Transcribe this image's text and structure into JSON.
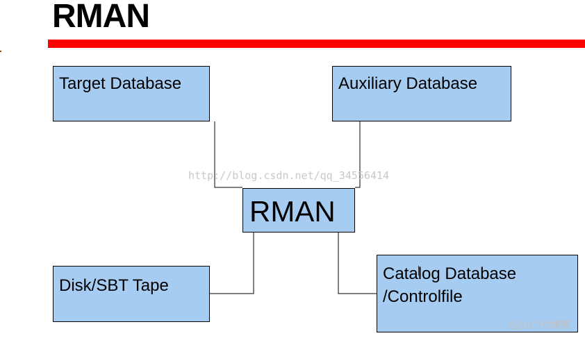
{
  "slide": {
    "title": "RMAN"
  },
  "diagram": {
    "nodes": {
      "target": "Target Database",
      "auxiliary": "Auxiliary Database",
      "rman": "RMAN",
      "disk": "Disk/SBT Tape",
      "catalog_line1": "Catalog Database",
      "catalog_line2": "/Controlfile"
    },
    "edges": [
      {
        "from": "target",
        "to": "rman"
      },
      {
        "from": "auxiliary",
        "to": "rman"
      },
      {
        "from": "rman",
        "to": "disk"
      },
      {
        "from": "rman",
        "to": "catalog"
      }
    ]
  },
  "watermarks": {
    "url": "http://blog.csdn.net/qq_34556414",
    "corner": "@51CTO博客"
  },
  "colors": {
    "accent_bar": "#ff0000",
    "box_fill": "#a6ccf2",
    "box_border": "#000000"
  }
}
